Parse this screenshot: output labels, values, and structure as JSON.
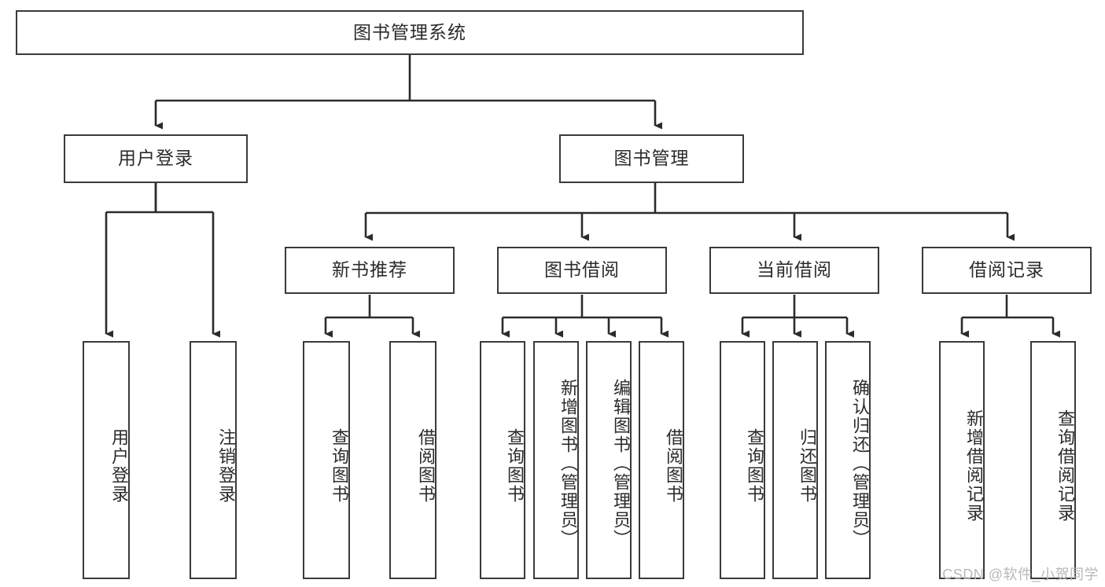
{
  "diagram": {
    "title": "图书管理系统",
    "type": "tree-hierarchy",
    "watermark": "CSDN @软件_小贺同学",
    "colors": {
      "box_border": "#3a3a3a",
      "box_fill": "#ffffff",
      "connector": "#2b2b2b",
      "text": "#2b2b2b",
      "watermark": "#b8b8b8"
    },
    "root": {
      "label": "图书管理系统"
    },
    "level2": [
      {
        "label": "用户登录"
      },
      {
        "label": "图书管理"
      }
    ],
    "level3": [
      {
        "label": "新书推荐"
      },
      {
        "label": "图书借阅"
      },
      {
        "label": "当前借阅"
      },
      {
        "label": "借阅记录"
      }
    ],
    "leaves": {
      "user_login": [
        {
          "label": "用户登录"
        },
        {
          "label": "注销登录"
        }
      ],
      "new_book_recommend": [
        {
          "label": "查询图书"
        },
        {
          "label": "借阅图书"
        }
      ],
      "book_borrow": [
        {
          "label": "查询图书"
        },
        {
          "label": "新增图书（管理员）"
        },
        {
          "label": "编辑图书（管理员）"
        },
        {
          "label": "借阅图书"
        }
      ],
      "current_borrow": [
        {
          "label": "查询图书"
        },
        {
          "label": "归还图书"
        },
        {
          "label": "确认归还（管理员）"
        }
      ],
      "borrow_record": [
        {
          "label": "新增借阅记录"
        },
        {
          "label": "查询借阅记录"
        }
      ]
    }
  }
}
